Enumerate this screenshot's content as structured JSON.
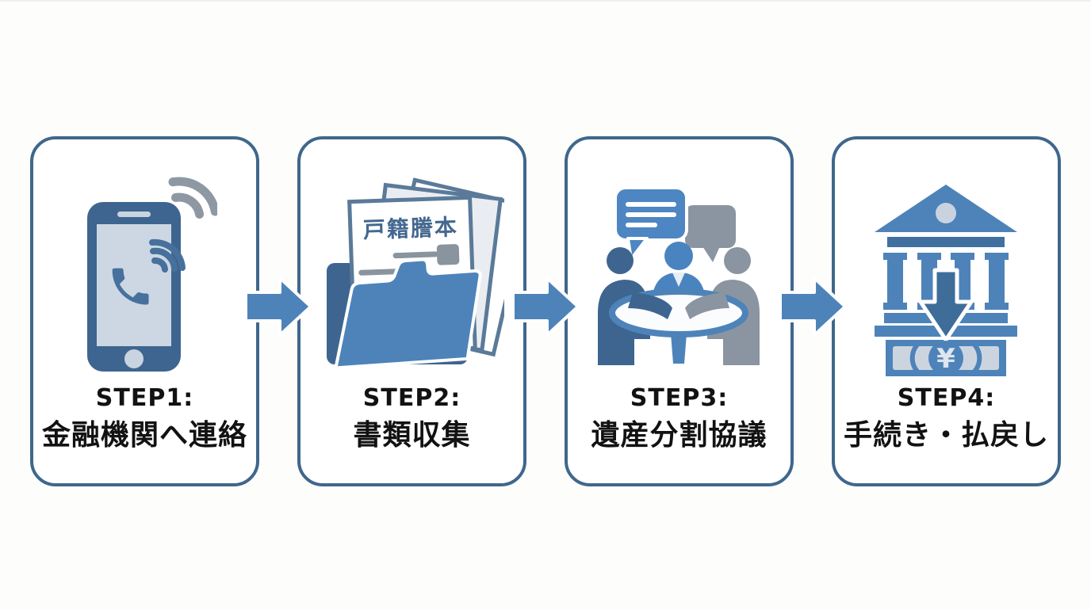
{
  "diagram": {
    "type": "process-flow",
    "direction": "left-to-right",
    "step_count": 4
  },
  "colors": {
    "background": "#fdfdfb",
    "card_border": "#3f678c",
    "card_fill": "#ffffff",
    "arrow_blue": "#4d83b9",
    "dark_blue": "#3e6590",
    "mid_blue": "#4a84c0",
    "bubble_blue": "#4d86c2",
    "handset_blue": "#47719c",
    "screen_light": "#ccd7e3",
    "light_fill": "#c9d4e1",
    "gray": "#8b95a1",
    "text": "#121212"
  },
  "icons": {
    "step1": "phone-call-icon",
    "step2": "documents-folder-icon",
    "step3": "family-meeting-icon",
    "step4": "bank-payout-icon",
    "connector": "right-arrow-icon"
  },
  "steps": [
    {
      "title": "STEP1:",
      "label": "金融機関へ連絡"
    },
    {
      "title": "STEP2:",
      "label": "書類収集",
      "document_title": "戸籍謄本"
    },
    {
      "title": "STEP3:",
      "label": "遺産分割協議"
    },
    {
      "title": "STEP4:",
      "label": "手続き・払戻し",
      "currency_symbol": "¥"
    }
  ]
}
